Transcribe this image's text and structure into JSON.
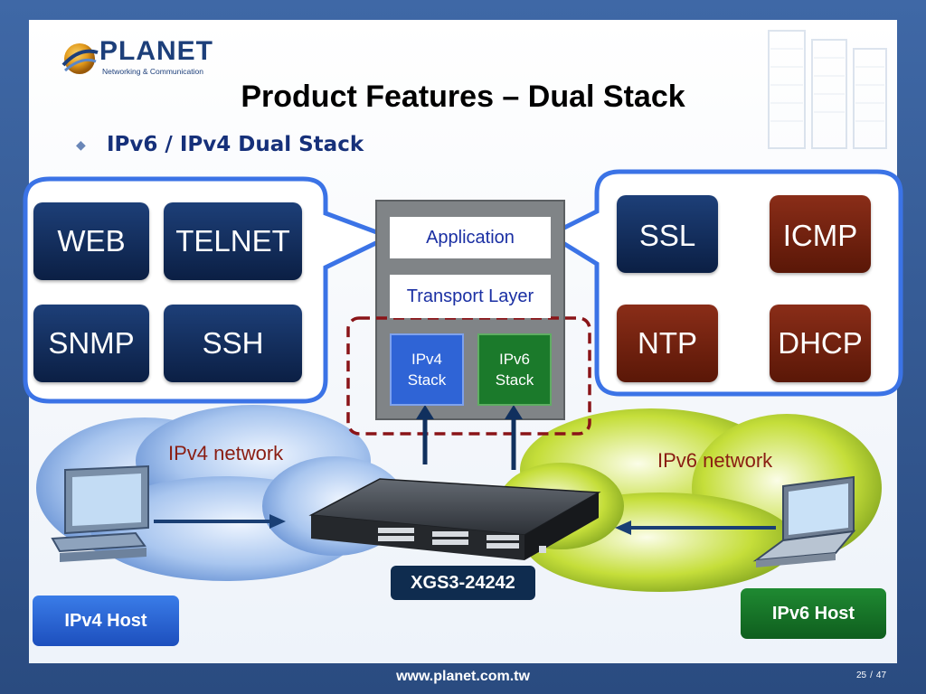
{
  "logo": {
    "name": "PLANET",
    "tagline": "Networking & Communication"
  },
  "title": "Product Features – Dual Stack",
  "bullet": "IPv6 / IPv4 Dual Stack",
  "left_protocols": [
    "WEB",
    "TELNET",
    "SNMP",
    "SSH"
  ],
  "right_protocols": [
    "SSL",
    "ICMP",
    "NTP",
    "DHCP"
  ],
  "stack": {
    "application": "Application",
    "transport": "Transport Layer",
    "ipv4": {
      "line1": "IPv4",
      "line2": "Stack"
    },
    "ipv6": {
      "line1": "IPv6",
      "line2": "Stack"
    }
  },
  "networks": {
    "ipv4": "IPv4 network",
    "ipv6": "IPv6 network"
  },
  "device_model": "XGS3-24242",
  "hosts": {
    "ipv4": "IPv4 Host",
    "ipv6": "IPv6 Host"
  },
  "footer": {
    "url": "www.planet.com.tw",
    "page": "25",
    "separator": "/",
    "total": "47"
  },
  "colors": {
    "title": "#000000",
    "bullet_text": "#16307a",
    "protocol_blue": "#0b1f44",
    "protocol_brown": "#5a1707",
    "ipv4_stack": "#2f64d6",
    "ipv6_stack": "#1b7a2b",
    "ipv4_cloud": "#a9c6ef",
    "ipv6_cloud": "#c5de3a",
    "callout_border": "#3b73e6",
    "dashed_border": "#8a1418",
    "ipv4_label": "#8a1d12",
    "ipv6_label": "#8a1d12"
  },
  "icons": [
    "planet-logo-icon",
    "diamond-bullet-icon",
    "desktop-computer-icon",
    "laptop-icon",
    "network-switch-icon",
    "server-rack-icon"
  ]
}
